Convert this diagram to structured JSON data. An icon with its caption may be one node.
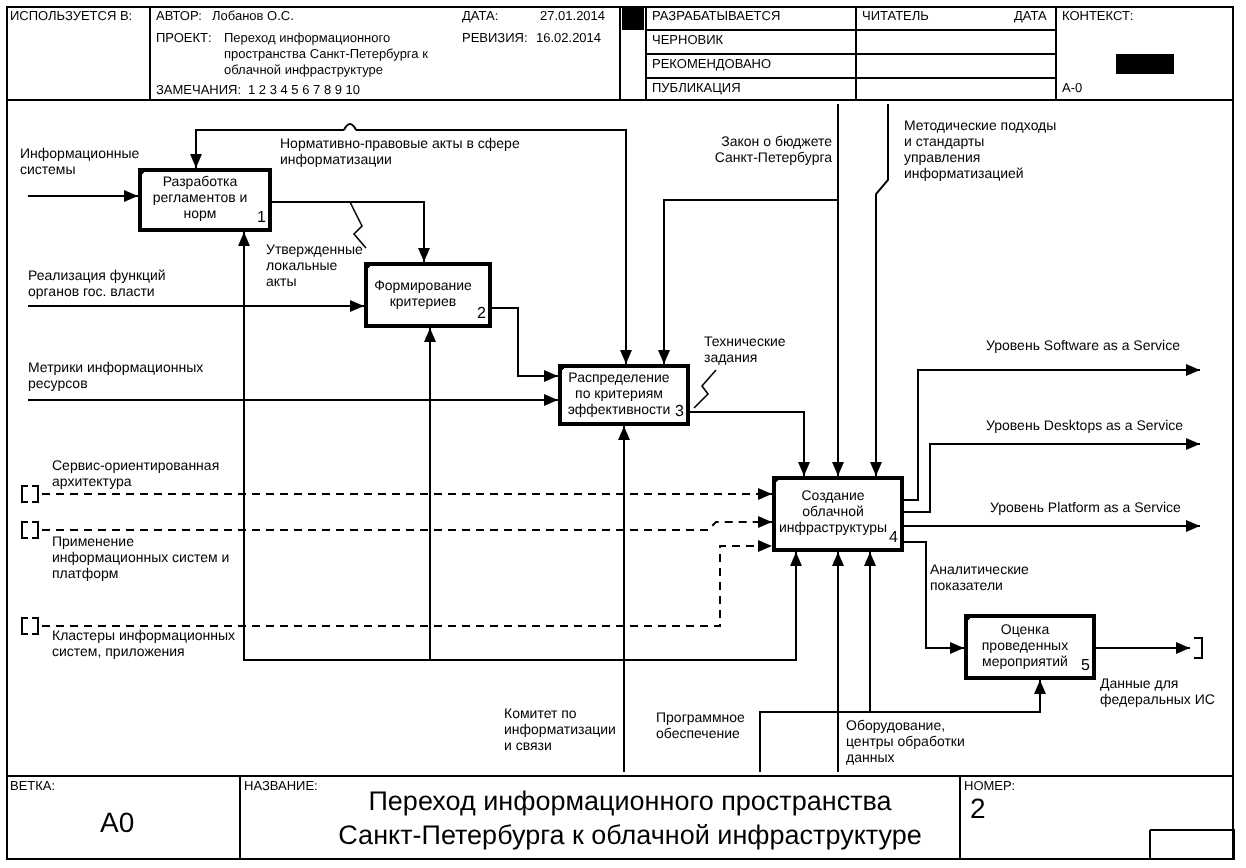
{
  "diagram": {
    "title": "Переход информационного пространства Санкт-Петербурга к облачной инфраструктуре",
    "nodes": [
      {
        "text": [
          "Разработка регламентов и норм",
          "1"
        ]
      },
      {
        "text": [
          "Формирование критериев",
          "2"
        ]
      },
      {
        "text": [
          "Распределение по критериям эффективности",
          "3"
        ]
      },
      {
        "text": [
          "Создание облачной инфраструктуры",
          "4"
        ]
      },
      {
        "text": [
          "Оценка проведенных мероприятий",
          "5"
        ]
      }
    ],
    "edges": [
      {
        "from": null,
        "to": 0,
        "arrow": "to",
        "label": "Информационные системы"
      },
      {
        "from": null,
        "to": 0,
        "arrow": "to",
        "label": "Нормативно-правовые акты в сфере информатизации"
      },
      {
        "from": null,
        "to": 2,
        "arrow": "to"
      },
      {
        "from": 0,
        "to": 1,
        "arrow": "to",
        "label": "Утвержденные локальные акты"
      },
      {
        "from": null,
        "to": 1,
        "arrow": "to",
        "label": "Реализация функций органов гос. власти"
      },
      {
        "from": null,
        "to": 2,
        "arrow": "to",
        "label": "Метрики информационных ресурсов"
      },
      {
        "from": 1,
        "to": 2,
        "arrow": "to"
      },
      {
        "from": null,
        "to": 2,
        "arrow": "to",
        "label": "Закон о бюджете Санкт-Петербурга"
      },
      {
        "from": null,
        "to": 3,
        "arrow": "to"
      },
      {
        "from": null,
        "to": 3,
        "arrow": "to",
        "label": "Методические подходы и стандарты управления информатизацией"
      },
      {
        "from": 2,
        "to": 3,
        "arrow": "to",
        "label": "Технические задания"
      },
      {
        "from": null,
        "to": 3,
        "arrow": "to",
        "style": "dashed",
        "label": "Сервис-ориентированная архитектура"
      },
      {
        "from": null,
        "to": 3,
        "arrow": "to",
        "style": "dashed",
        "label": "Применение информационных систем и платформ"
      },
      {
        "from": null,
        "to": 3,
        "arrow": "to",
        "style": "dashed",
        "label": "Кластеры информационных систем, приложения"
      },
      {
        "from": 3,
        "to": null,
        "arrow": "to",
        "label": "Уровень Software as a Service"
      },
      {
        "from": 3,
        "to": null,
        "arrow": "to",
        "label": "Уровень Desktops as a Service"
      },
      {
        "from": 3,
        "to": null,
        "arrow": "to",
        "label": "Уровень Platform as a Service"
      },
      {
        "from": 3,
        "to": 4,
        "arrow": "to",
        "label": "Аналитические показатели"
      },
      {
        "from": 4,
        "to": null,
        "arrow": "to",
        "label": "Данные для федеральных ИС"
      },
      {
        "from": null,
        "to": 2,
        "arrow": "to",
        "label": "Комитет по информатизации и связи"
      },
      {
        "from": null,
        "to": 0,
        "arrow": "to"
      },
      {
        "from": null,
        "to": 1,
        "arrow": "to"
      },
      {
        "from": null,
        "to": 3,
        "arrow": "to"
      },
      {
        "from": null,
        "to": 3,
        "arrow": "to",
        "label": "Программное обеспечение"
      },
      {
        "from": null,
        "to": 4,
        "arrow": "to"
      },
      {
        "from": null,
        "to": 3,
        "arrow": "to",
        "label": "Оборудование, центры обработки данных"
      }
    ],
    "labels": [
      "ИСПОЛЬЗУЕТСЯ В:",
      "АВТОР:",
      "Лобанов О.С.",
      "ДАТА:",
      "27.01.2014",
      "ПРОЕКТ:",
      "Переход информационного пространства Санкт-Петербурга к облачной инфраструктуре",
      "РЕВИЗИЯ:",
      "16.02.2014",
      "ЗАМЕЧАНИЯ:",
      "1 2 3 4 5 6 7 8 9 10",
      "РАЗРАБАТЫВАЕТСЯ",
      "ЧИТАТЕЛЬ",
      "ДАТА",
      "КОНТЕКСТ:",
      "ЧЕРНОВИК",
      "РЕКОМЕНДОВАНО",
      "ПУБЛИКАЦИЯ",
      "А-0",
      "ВЕТКА:",
      "A0",
      "НАЗВАНИЕ:",
      "НОМЕР:",
      "2"
    ]
  }
}
